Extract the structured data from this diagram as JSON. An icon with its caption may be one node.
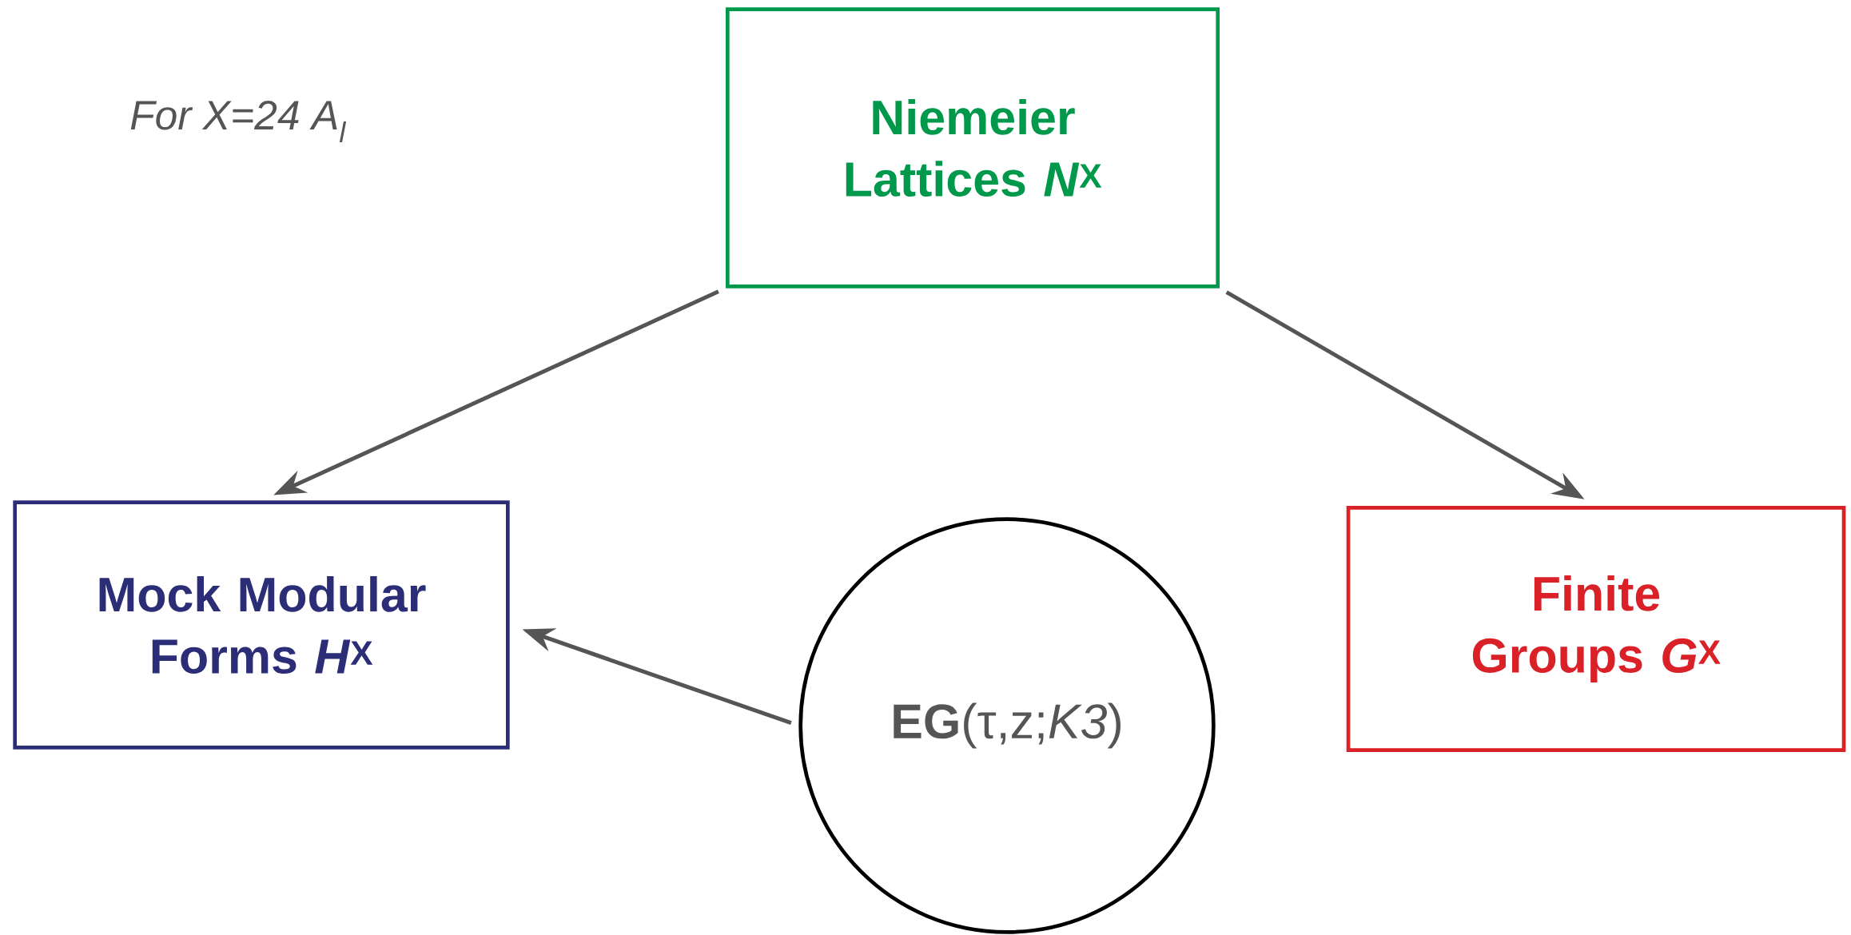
{
  "diagram": {
    "nodes": [
      {
        "text": [
          "Niemeier Lattices *N*$^{X}$"
        ]
      },
      {
        "text": [
          "Mock Modular Forms *H*$^{X}$"
        ]
      },
      {
        "text": [
          "Finite Groups *G*$^{X}$"
        ]
      },
      {
        "text": [
          "**EG**(τ,z;*K3*)"
        ]
      }
    ],
    "edges": [
      {
        "from": 0,
        "to": 1,
        "arrow": "to"
      },
      {
        "from": 0,
        "to": 2,
        "arrow": "to"
      },
      {
        "from": 3,
        "to": 1,
        "arrow": "to"
      }
    ],
    "labels": [
      "For X=24 A$_{l}$"
    ]
  }
}
